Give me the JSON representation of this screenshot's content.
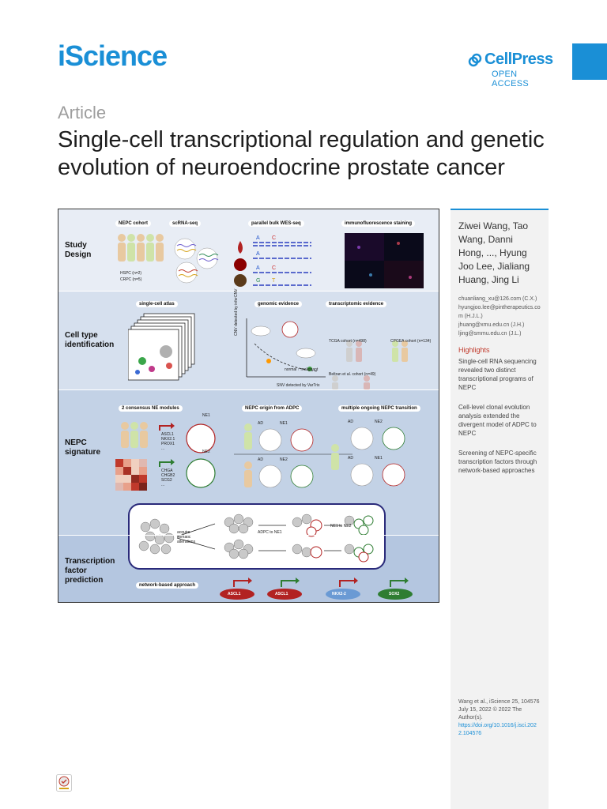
{
  "header": {
    "journal": "iScience",
    "publisher": "CellPress",
    "access": "OPEN ACCESS",
    "colors": {
      "brand": "#1a8fd6",
      "highlight_head": "#c0392b"
    }
  },
  "article": {
    "type": "Article",
    "title": "Single-cell transcriptional regulation and genetic evolution of neuroendocrine prostate cancer"
  },
  "graphical_abstract": {
    "sections": [
      "Study Design",
      "Cell type identification",
      "NEPC signature",
      "Transcription factor prediction"
    ],
    "labels": {
      "nepc_cohort": "NEPC cohort",
      "scrna": "scRNA-seq",
      "bulk_wes": "parallel bulk WES-seq",
      "if_staining": "immunofluorescence staining",
      "hspc": "HSPC (n=2)",
      "crpc": "CRPC (n=5)",
      "atlas": "single-cell atlas",
      "genomic": "genomic evidence",
      "transcriptomic": "transcriptomic evidence",
      "tcga": "TCGA cohort (n=498)",
      "cpgea": "CPGEA cohort (n=134)",
      "beltran": "Beltran et al. cohort (n=49)",
      "cnv_axis": "CNV detected by inferCNV",
      "snv_axis": "SNV detected by VarTrix",
      "normal_malignant": "normal ↑ malignant",
      "consensus": "2 consensus NE modules",
      "origin": "NEPC origin from ADPC",
      "ongoing": "multiple ongoing NEPC transition",
      "ne1": "NE1",
      "ne2": "NE2",
      "ad": "AD",
      "ne1_genes": "ASCL1\nNKX2.1\nPROX1\n...",
      "ne2_genes": "CHGA\nCHGB2\nSCG2\n...",
      "acquire": "acquire somatic alterations",
      "adpc_to_ne1": "ADPC to NE1",
      "ne1_to_ne2": "NE1 to NE2",
      "network": "network-based approach",
      "tfs": [
        "ASCL1",
        "ASCL1",
        "NKX2-2",
        "SOX2"
      ]
    }
  },
  "sidebar": {
    "authors": "Ziwei Wang, Tao Wang, Danni Hong, ..., Hyung Joo Lee, Jialiang Huang, Jing Li",
    "emails": [
      "chuanliang_xu@126.com (C.X.)",
      "hyungjoo.lee@pintherapeutics.com (H.J.L.)",
      "jhuang@xmu.edu.cn (J.H.)",
      "ljing@smmu.edu.cn (J.L.)"
    ],
    "highlights_heading": "Highlights",
    "highlights": [
      "Single-cell RNA sequencing revealed two distinct transcriptional programs of NEPC",
      "Cell-level clonal evolution analysis extended the divergent model of ADPC to NEPC",
      "Screening of NEPC-specific transcription factors through network-based approaches"
    ],
    "citation": "Wang et al., iScience 25, 104576\nJuly 15, 2022 © 2022 The Author(s).",
    "doi": "https://doi.org/10.1016/j.isci.2022.104576"
  },
  "crossmark": "crossmark-icon"
}
